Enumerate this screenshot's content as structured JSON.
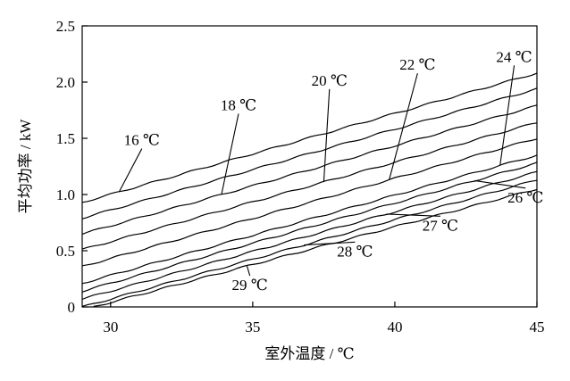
{
  "chart_data": {
    "type": "line",
    "xlabel": "室外温度 / ℃",
    "ylabel": "平均功率 / kW",
    "xlim": [
      29,
      45
    ],
    "ylim": [
      0,
      2.5
    ],
    "x_ticks": [
      30,
      35,
      40,
      45
    ],
    "y_ticks": [
      0,
      0.5,
      1.0,
      1.5,
      2.0,
      2.5
    ],
    "x_tick_labels": [
      "30",
      "35",
      "40",
      "45"
    ],
    "y_tick_labels": [
      "0",
      "0.5",
      "1.0",
      "1.5",
      "2.0",
      "2.5"
    ],
    "grid": false,
    "series": [
      {
        "name": "16 ℃",
        "x": [
          29,
          45
        ],
        "y": [
          0.93,
          2.08
        ]
      },
      {
        "name": "",
        "x": [
          29,
          45
        ],
        "y": [
          0.79,
          1.94
        ]
      },
      {
        "name": "18 ℃",
        "x": [
          29,
          45
        ],
        "y": [
          0.65,
          1.79
        ]
      },
      {
        "name": "20 ℃",
        "x": [
          29,
          45
        ],
        "y": [
          0.51,
          1.64
        ]
      },
      {
        "name": "22 ℃",
        "x": [
          29,
          45
        ],
        "y": [
          0.36,
          1.5
        ]
      },
      {
        "name": "24 ℃",
        "x": [
          29,
          45
        ],
        "y": [
          0.21,
          1.35
        ]
      },
      {
        "name": "26 ℃",
        "x": [
          29,
          45
        ],
        "y": [
          0.14,
          1.28
        ]
      },
      {
        "name": "27 ℃",
        "x": [
          29,
          45
        ],
        "y": [
          0.07,
          1.2
        ]
      },
      {
        "name": "28 ℃",
        "x": [
          29,
          45
        ],
        "y": [
          0.0,
          1.13
        ]
      },
      {
        "name": "29 ℃",
        "x": [
          29.4,
          45
        ],
        "y": [
          0.0,
          1.05
        ]
      }
    ],
    "annotations": [
      {
        "text": "16 ℃",
        "series": 0,
        "point_x": 30.3,
        "label_x": 31.1,
        "label_y": 1.44
      },
      {
        "text": "18 ℃",
        "series": 2,
        "point_x": 33.9,
        "label_x": 34.5,
        "label_y": 1.75
      },
      {
        "text": "20 ℃",
        "series": 3,
        "point_x": 37.5,
        "label_x": 37.7,
        "label_y": 1.97
      },
      {
        "text": "22 ℃",
        "series": 4,
        "point_x": 39.8,
        "label_x": 40.8,
        "label_y": 2.11
      },
      {
        "text": "24 ℃",
        "series": 5,
        "point_x": 43.7,
        "label_x": 44.2,
        "label_y": 2.18
      },
      {
        "text": "26 ℃",
        "series": 6,
        "point_x": 42.8,
        "label_x": 44.6,
        "label_y": 0.93
      },
      {
        "text": "27 ℃",
        "series": 7,
        "point_x": 39.7,
        "label_x": 41.6,
        "label_y": 0.68
      },
      {
        "text": "28 ℃",
        "series": 8,
        "point_x": 36.8,
        "label_x": 38.6,
        "label_y": 0.45
      },
      {
        "text": "29 ℃",
        "series": 9,
        "point_x": 34.8,
        "label_x": 34.9,
        "label_y": 0.15
      }
    ]
  }
}
